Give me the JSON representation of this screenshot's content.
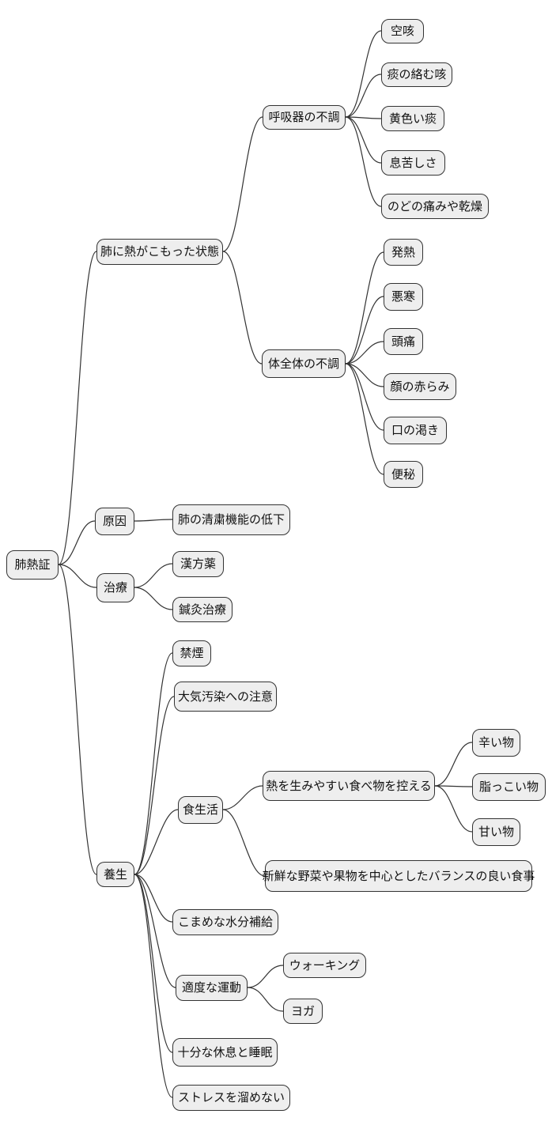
{
  "diagram": {
    "type": "mindmap",
    "topic": "肺熱証"
  },
  "colors": {
    "background": "#ffffff",
    "node_fill": "#eeeeee",
    "node_border": "#333333",
    "link": "#333333",
    "text": "#111111"
  },
  "tree": {
    "label": "肺熱証",
    "children": [
      {
        "label": "肺に熱がこもった状態",
        "children": [
          {
            "label": "呼吸器の不調",
            "children": [
              {
                "label": "空咳"
              },
              {
                "label": "痰の絡む咳"
              },
              {
                "label": "黄色い痰"
              },
              {
                "label": "息苦しさ"
              },
              {
                "label": "のどの痛みや乾燥"
              }
            ]
          },
          {
            "label": "体全体の不調",
            "children": [
              {
                "label": "発熱"
              },
              {
                "label": "悪寒"
              },
              {
                "label": "頭痛"
              },
              {
                "label": "顔の赤らみ"
              },
              {
                "label": "口の渇き"
              },
              {
                "label": "便秘"
              }
            ]
          }
        ]
      },
      {
        "label": "原因",
        "children": [
          {
            "label": "肺の清粛機能の低下"
          }
        ]
      },
      {
        "label": "治療",
        "children": [
          {
            "label": "漢方薬"
          },
          {
            "label": "鍼灸治療"
          }
        ]
      },
      {
        "label": "養生",
        "children": [
          {
            "label": "禁煙"
          },
          {
            "label": "大気汚染への注意"
          },
          {
            "label": "食生活",
            "children": [
              {
                "label": "熱を生みやすい食べ物を控える",
                "children": [
                  {
                    "label": "辛い物"
                  },
                  {
                    "label": "脂っこい物"
                  },
                  {
                    "label": "甘い物"
                  }
                ]
              },
              {
                "label": "新鮮な野菜や果物を中心としたバランスの良い食事"
              }
            ]
          },
          {
            "label": "こまめな水分補給"
          },
          {
            "label": "適度な運動",
            "children": [
              {
                "label": "ウォーキング"
              },
              {
                "label": "ヨガ"
              }
            ]
          },
          {
            "label": "十分な休息と睡眠"
          },
          {
            "label": "ストレスを溜めない"
          }
        ]
      }
    ]
  }
}
